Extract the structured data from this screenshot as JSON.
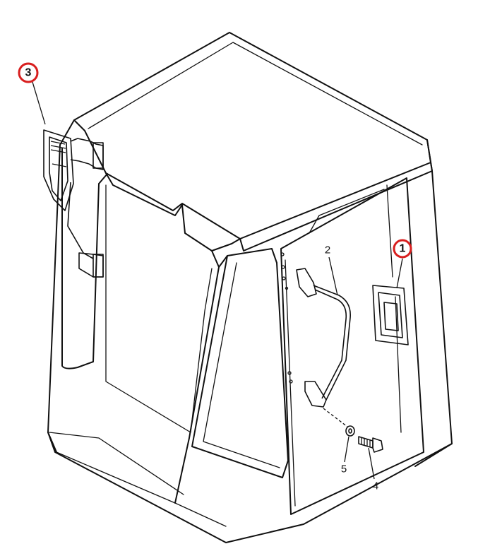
{
  "callouts": [
    {
      "label": "1",
      "circled": true
    },
    {
      "label": "2",
      "circled": false
    },
    {
      "label": "3",
      "circled": true
    },
    {
      "label": "4",
      "circled": false
    },
    {
      "label": "5",
      "circled": false
    }
  ],
  "colors": {
    "line": "#111111",
    "highlight_circle": "#d81e1e",
    "background": "#ffffff"
  }
}
